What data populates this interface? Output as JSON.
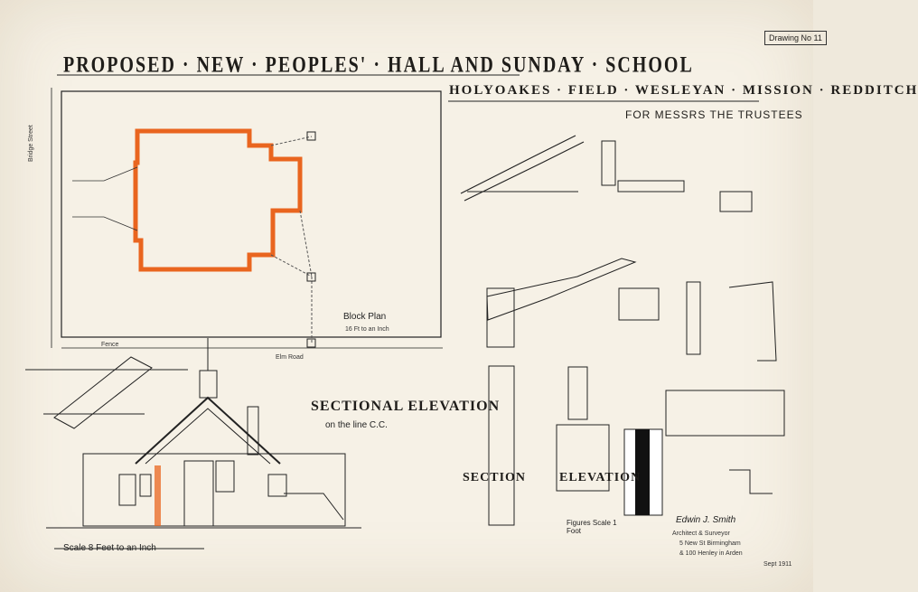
{
  "document": {
    "title": "Proposed · New · Peoples' · Hall and Sunday · School",
    "subtitle": "Holyoakes · Field · Wesleyan · Mission · Redditch",
    "trustees": "For Messrs the Trustees",
    "drawing_number": "Drawing No 11",
    "block_plan_label": "Block Plan",
    "block_plan_scale": "16 Ft to an Inch",
    "street_label": "Bridge Street",
    "road_label": "Elm Road",
    "sectional_title": "Sectional Elevation",
    "sectional_subtitle": "on the line C.C.",
    "scale_label": "Scale 8 Feet to an Inch",
    "section_label": "Section",
    "elevation_label": "Elevation",
    "figures_scale": "Figures Scale 1 Foot",
    "fence_label": "Fence",
    "signature": "Edwin J. Smith",
    "signature_title": "Architect & Surveyor",
    "signature_address_1": "5 New St Birmingham",
    "signature_address_2": "& 100 Henley in Arden",
    "date_label": "Sept 1911"
  },
  "colors": {
    "paper": "#f6f1e6",
    "ink": "#1f1d1a",
    "accent": "#e9651f"
  }
}
